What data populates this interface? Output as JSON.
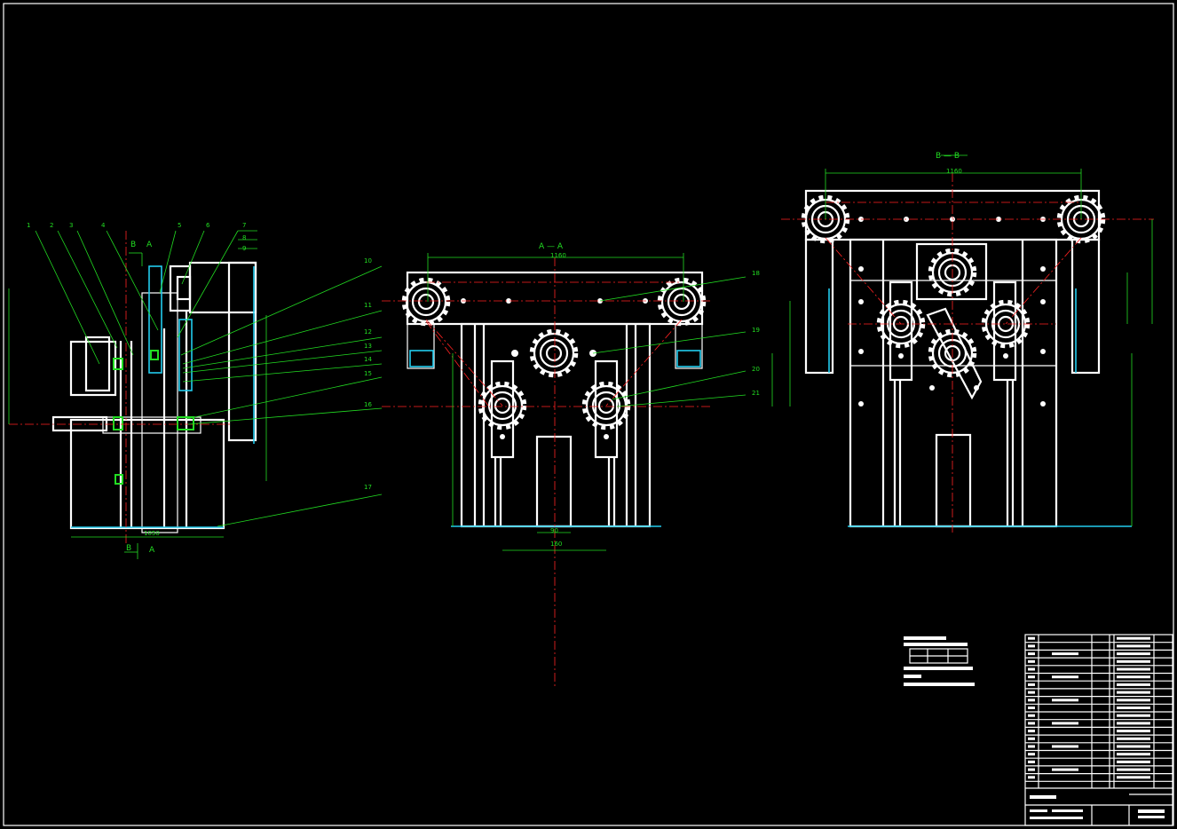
{
  "colors": {
    "background": "#000000",
    "outline": "#ffffff",
    "dimension": "#22dd22",
    "centerline": "#ff2222",
    "section_hatch": "#22ccee"
  },
  "part_labels": [
    "1",
    "2",
    "3",
    "4",
    "5",
    "6",
    "7",
    "8",
    "9",
    "10",
    "11",
    "12",
    "13",
    "14",
    "15",
    "16",
    "17",
    "18",
    "19",
    "20",
    "21"
  ],
  "section_marks": {
    "view_a": "A",
    "view_b": "B",
    "section_aa": "A — A",
    "section_bb": "B — B"
  }
}
